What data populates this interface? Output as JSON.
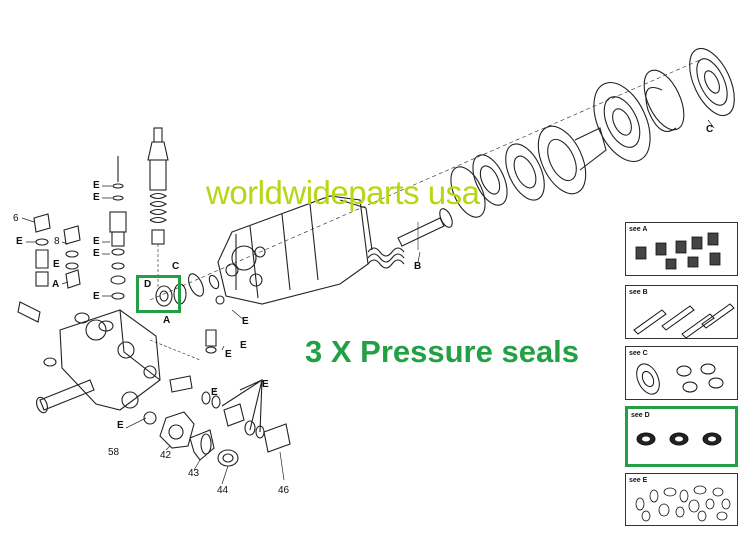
{
  "watermark": "worldwideparts usa",
  "headline": "3 X Pressure seals",
  "highlight_color": "#23a046",
  "watermark_color": "#b4d816",
  "part_labels": {
    "c_top": "C",
    "c_mid": "C",
    "b": "B",
    "d": "D",
    "a_left": "A",
    "a_mid": "A",
    "e1": "E",
    "e2": "E",
    "e3": "E",
    "e4": "E",
    "e5": "E",
    "e6": "E",
    "e7": "E",
    "e8": "E",
    "e9": "E",
    "e10": "E",
    "e11": "E",
    "e12": "E",
    "e13": "E"
  },
  "part_numbers": {
    "n6": "6",
    "n8": "8",
    "n58": "58",
    "n42": "42",
    "n43": "43",
    "n44": "44",
    "n46": "46"
  },
  "kits": [
    {
      "title": "see A"
    },
    {
      "title": "see B"
    },
    {
      "title": "see C"
    },
    {
      "title": "see D"
    },
    {
      "title": "see E"
    }
  ]
}
